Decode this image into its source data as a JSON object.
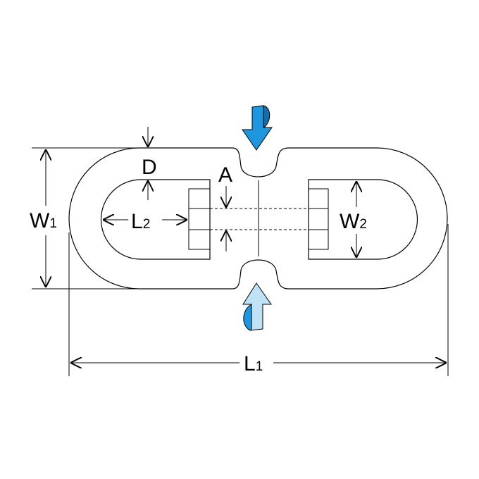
{
  "labels": {
    "overall_length": {
      "main": "L",
      "sub": "1"
    },
    "overall_width": {
      "main": "W",
      "sub": "1"
    },
    "inner_length": {
      "main": "L",
      "sub": "2"
    },
    "inner_width": {
      "main": "W",
      "sub": "2"
    },
    "wire_diameter": {
      "main": "D"
    },
    "pin_size": {
      "main": "A"
    }
  },
  "colors": {
    "line": "#000000",
    "background": "#ffffff",
    "arrow_top": "#1e96e0",
    "arrow_bottom_light": "#bfe2f7",
    "arrow_bottom_dark": "#1e96e0"
  },
  "icons": {
    "top_rotation": "rotation-arrow-down-icon",
    "bottom_rotation": "rotation-arrow-up-icon"
  }
}
